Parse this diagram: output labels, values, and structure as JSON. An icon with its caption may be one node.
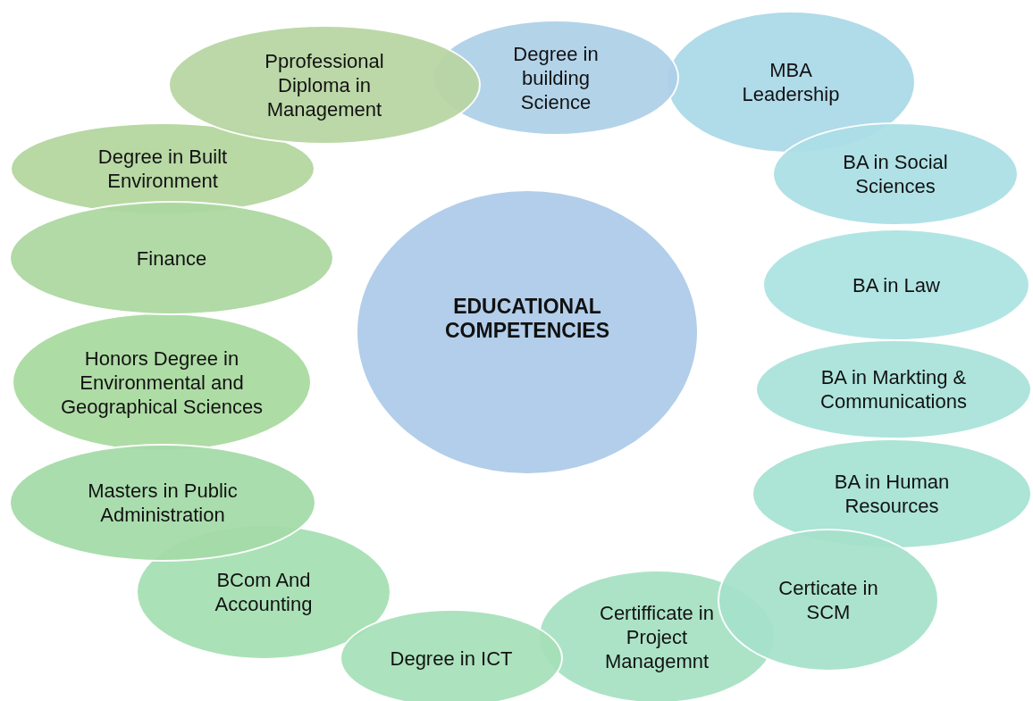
{
  "diagram": {
    "nodes": [
      {
        "text": [
          "EDUCATIONAL COMPETENCIES"
        ]
      },
      {
        "text": [
          "Degree in building Science"
        ]
      },
      {
        "text": [
          "MBA Leadership"
        ]
      },
      {
        "text": [
          "BA in Social Sciences"
        ]
      },
      {
        "text": [
          "BA in Law"
        ]
      },
      {
        "text": [
          "BA in Markting & Communications"
        ]
      },
      {
        "text": [
          "BA in Human Resources"
        ]
      },
      {
        "text": [
          "Certicate in SCM"
        ]
      },
      {
        "text": [
          "Certifficate in Project Managemnt"
        ]
      },
      {
        "text": [
          "Degree in ICT"
        ]
      },
      {
        "text": [
          "BCom And Accounting"
        ]
      },
      {
        "text": [
          "Masters in Public Administration"
        ]
      },
      {
        "text": [
          "Honors Degree in Environmental and Geographical Sciences"
        ]
      },
      {
        "text": [
          "Finance"
        ]
      },
      {
        "text": [
          "Degree in Built Environment"
        ]
      },
      {
        "text": [
          "Pprofessional Diploma in Management"
        ]
      }
    ]
  }
}
